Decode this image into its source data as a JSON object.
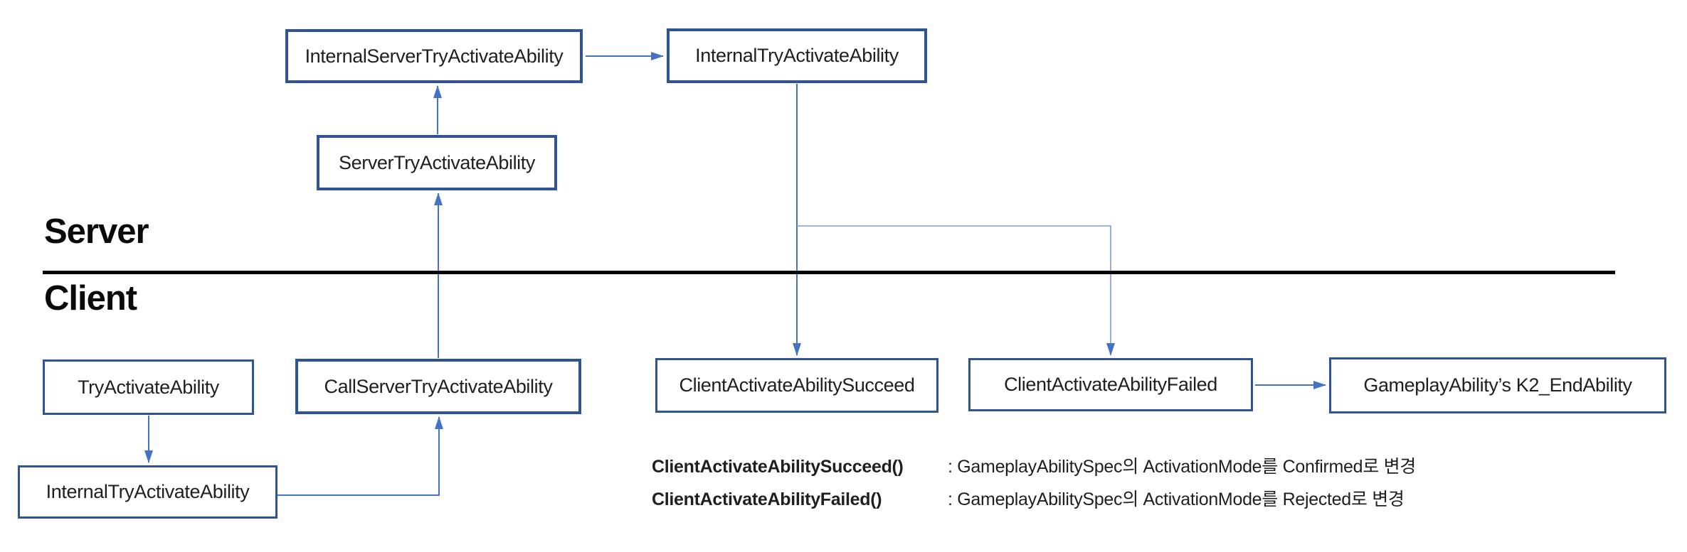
{
  "labels": {
    "server": "Server",
    "client": "Client"
  },
  "nodes": [
    {
      "id": "internal-server-try-activate-ability",
      "label": "InternalServerTryActivateAbility",
      "side": "server"
    },
    {
      "id": "internal-try-activate-ability-server",
      "label": "InternalTryActivateAbility",
      "side": "server"
    },
    {
      "id": "server-try-activate-ability",
      "label": "ServerTryActivateAbility",
      "side": "server"
    },
    {
      "id": "try-activate-ability",
      "label": "TryActivateAbility",
      "side": "client"
    },
    {
      "id": "internal-try-activate-ability-client",
      "label": "InternalTryActivateAbility",
      "side": "client"
    },
    {
      "id": "call-server-try-activate-ability",
      "label": "CallServerTryActivateAbility",
      "side": "client"
    },
    {
      "id": "client-activate-ability-succeed",
      "label": "ClientActivateAbilitySucceed",
      "side": "client"
    },
    {
      "id": "client-activate-ability-failed",
      "label": "ClientActivateAbilityFailed",
      "side": "client"
    },
    {
      "id": "gameplay-ability-k2-endability",
      "label": "GameplayAbility’s K2_EndAbility",
      "side": "client"
    }
  ],
  "edges": [
    {
      "from": "internal-server-try-activate-ability",
      "to": "internal-try-activate-ability-server"
    },
    {
      "from": "server-try-activate-ability",
      "to": "internal-server-try-activate-ability"
    },
    {
      "from": "call-server-try-activate-ability",
      "to": "server-try-activate-ability"
    },
    {
      "from": "try-activate-ability",
      "to": "internal-try-activate-ability-client"
    },
    {
      "from": "internal-try-activate-ability-client",
      "to": "call-server-try-activate-ability"
    },
    {
      "from": "internal-try-activate-ability-server",
      "to": "client-activate-ability-succeed"
    },
    {
      "from": "internal-try-activate-ability-server",
      "to": "client-activate-ability-failed"
    },
    {
      "from": "client-activate-ability-failed",
      "to": "gameplay-ability-k2-endability"
    }
  ],
  "notes": [
    {
      "fn": "ClientActivateAbilitySucceed()",
      "desc": ": GameplayAbilitySpec의 ActivationMode를 Confirmed로 변경"
    },
    {
      "fn": "ClientActivateAbilityFailed()",
      "desc": ": GameplayAbilitySpec의 ActivationMode를 Rejected로 변경"
    }
  ],
  "colors": {
    "box_border": "#2F5496",
    "arrow": "#4472C4",
    "arrow_light": "#7B9BD9",
    "divider": "#000000",
    "text": "#1f1f1f",
    "bg": "#ffffff"
  }
}
